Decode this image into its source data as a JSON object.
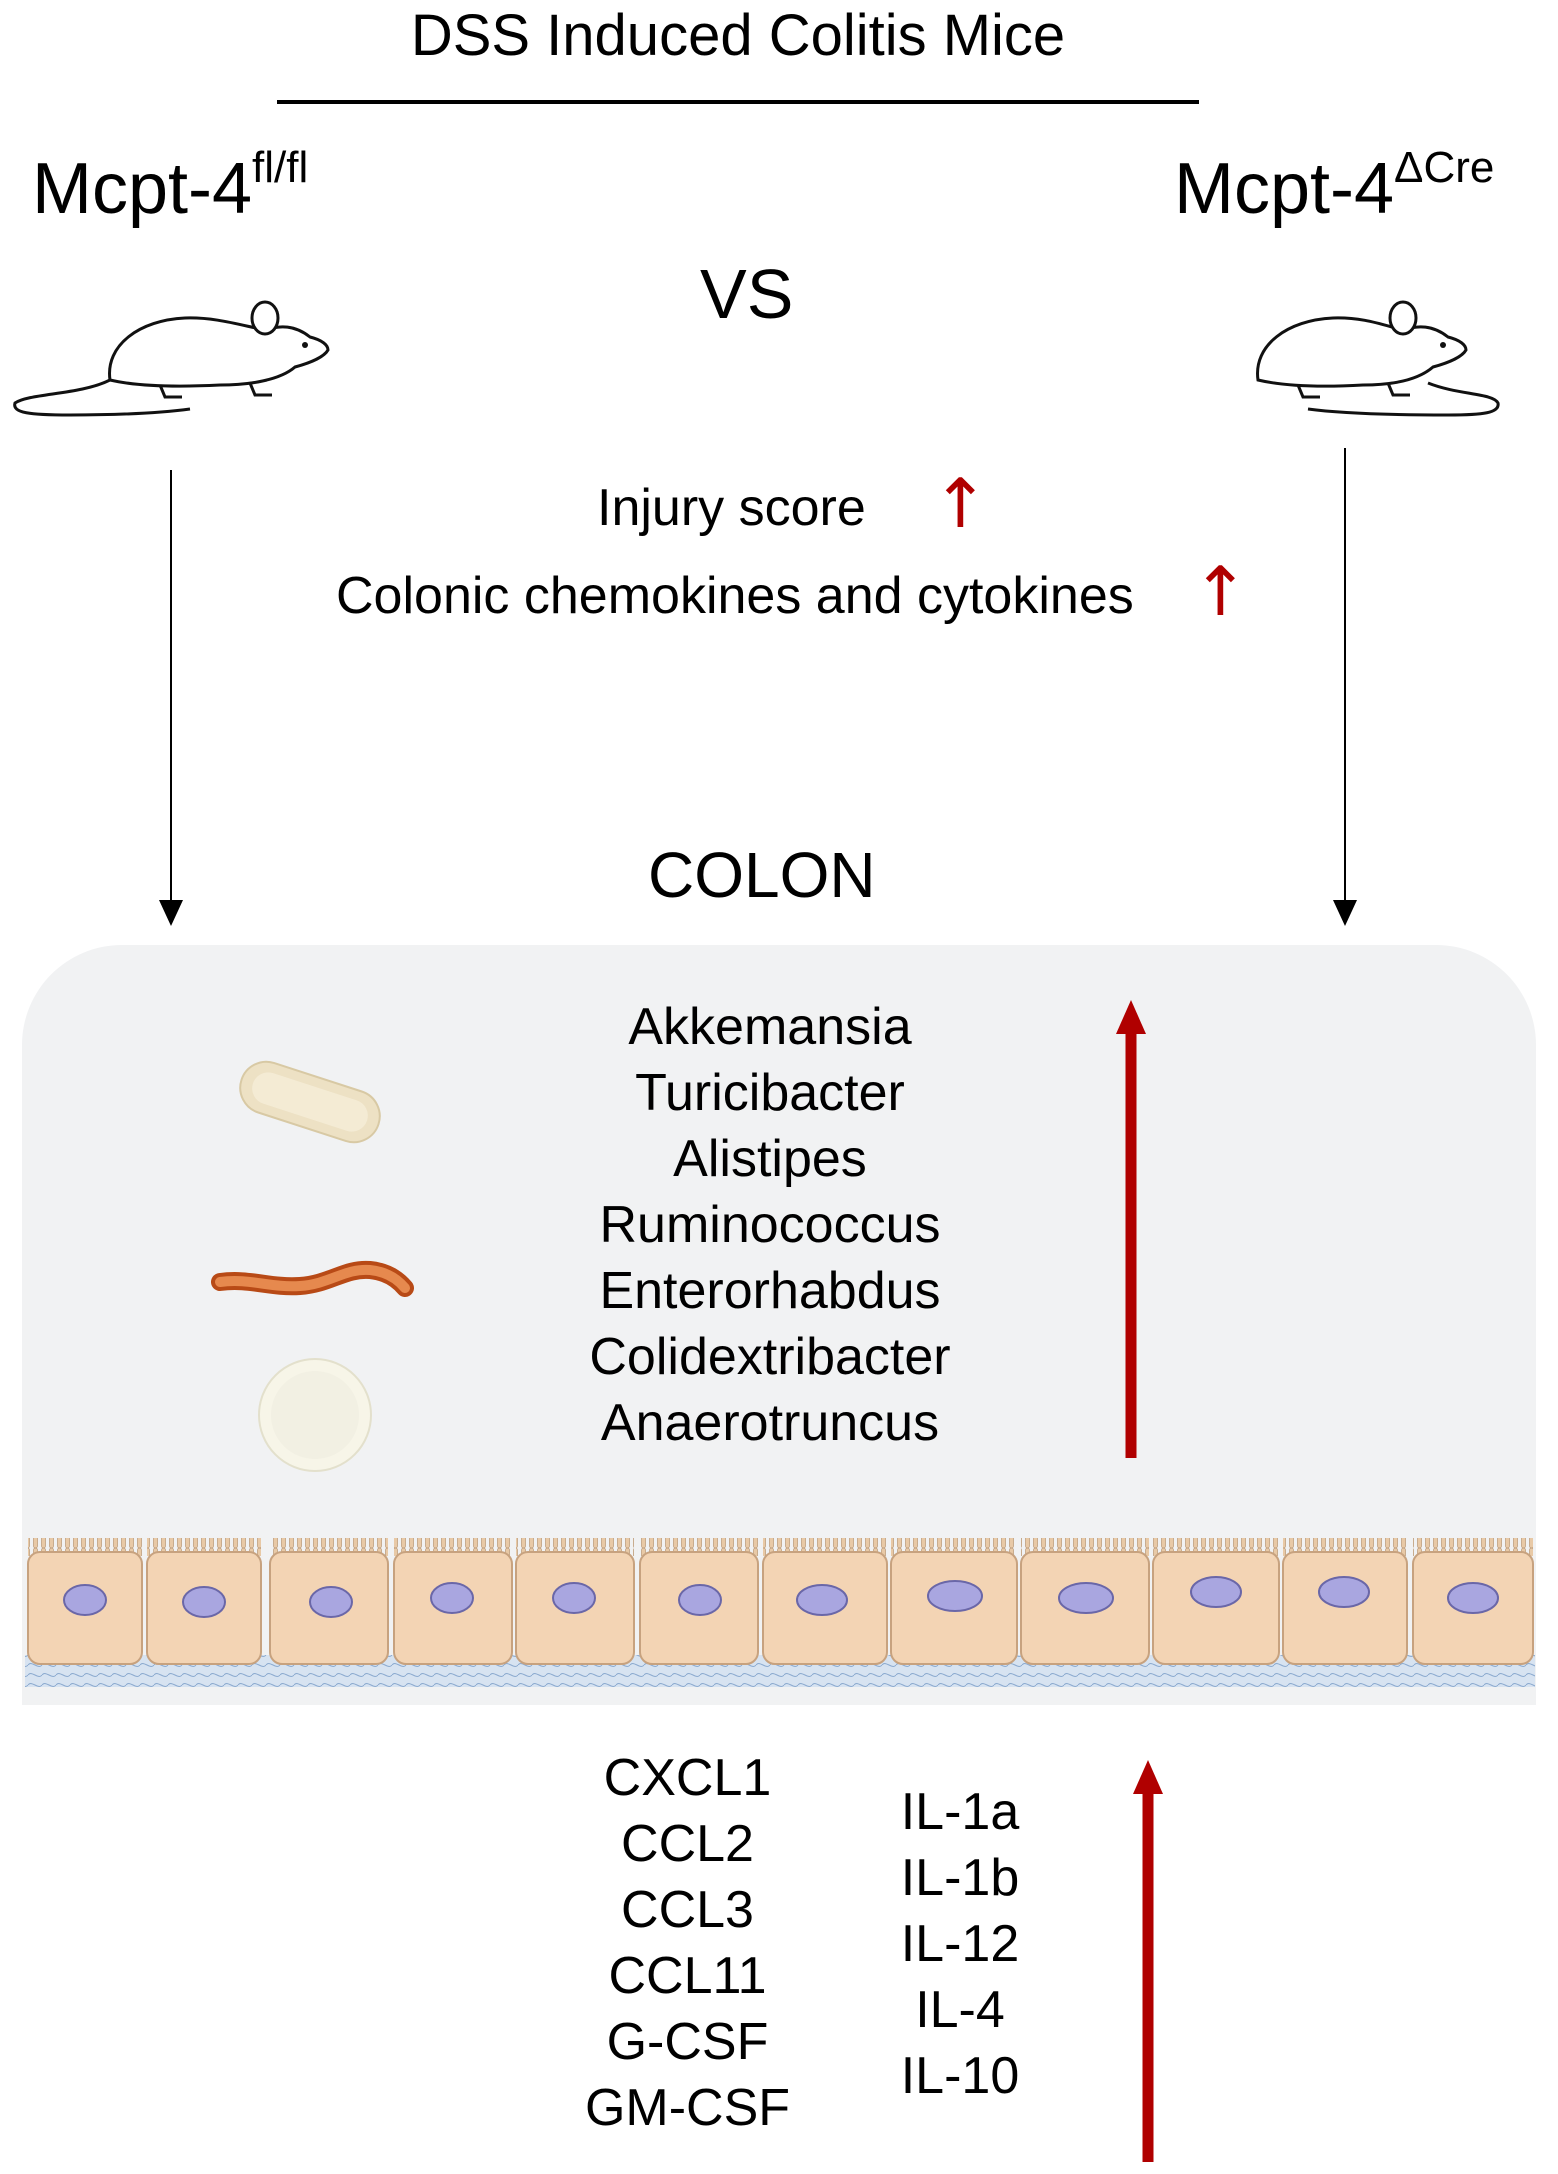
{
  "title": "DSS Induced Colitis Mice",
  "left_group": {
    "base": "Mcpt-4",
    "superscript": "fl/fl"
  },
  "right_group": {
    "base": "Mcpt-4",
    "superscript": "ΔCre"
  },
  "vs_label": "VS",
  "effects": [
    {
      "label": "Injury score",
      "direction": "↑"
    },
    {
      "label": "Colonic chemokines and cytokines",
      "direction": "↑"
    }
  ],
  "colon_label": "COLON",
  "bacteria": [
    "Akkemansia",
    "Turicibacter",
    "Alistipes",
    "Ruminococcus",
    "Enterorhabdus",
    "Colidextribacter",
    "Anaerotruncus"
  ],
  "chemokines": [
    "CXCL1",
    "CCL2",
    "CCL3",
    "CCL11",
    "G-CSF",
    "GM-CSF"
  ],
  "cytokines": [
    "IL-1a",
    "IL-1b",
    "IL-12",
    "IL-4",
    "IL-10"
  ],
  "colors": {
    "increase_arrow": "#b00000",
    "cell": "#f3d4b4",
    "nucleus": "#a9a6e0",
    "lumen": "#f1f2f3"
  }
}
